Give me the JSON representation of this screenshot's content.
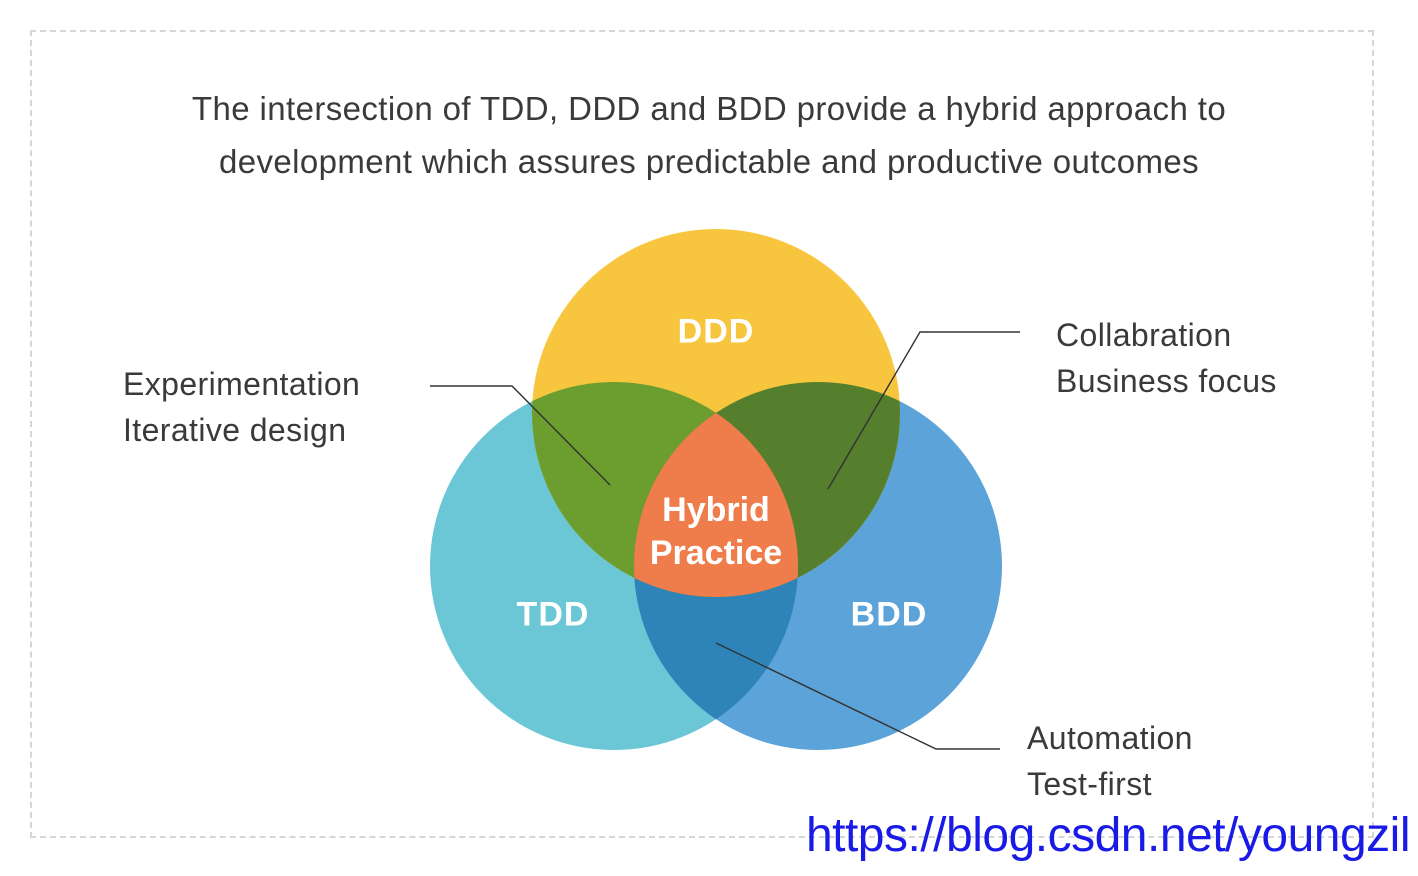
{
  "headline": {
    "line1": "The intersection of TDD, DDD and BDD provide a hybrid approach to",
    "line2": "development which assures predictable and productive outcomes"
  },
  "circles": {
    "ddd": {
      "label": "DDD",
      "color": "#F8C53F"
    },
    "tdd": {
      "label": "TDD",
      "color": "#6BC6D6"
    },
    "bdd": {
      "label": "BDD",
      "color": "#5BA3D8"
    }
  },
  "overlaps": {
    "ddd_tdd": {
      "color": "#6B9E2F"
    },
    "ddd_bdd": {
      "color": "#557F2C"
    },
    "tdd_bdd": {
      "color": "#2E84B9"
    },
    "center": {
      "line1": "Hybrid",
      "line2": "Practice",
      "color": "#EF7D4C"
    }
  },
  "callouts": {
    "left": {
      "line1": "Experimentation",
      "line2": "Iterative design"
    },
    "right": {
      "line1": "Collabration",
      "line2": "Business focus"
    },
    "bottom": {
      "line1": "Automation",
      "line2": "Test-first"
    }
  },
  "watermark": "https://blog.csdn.net/youngzil"
}
